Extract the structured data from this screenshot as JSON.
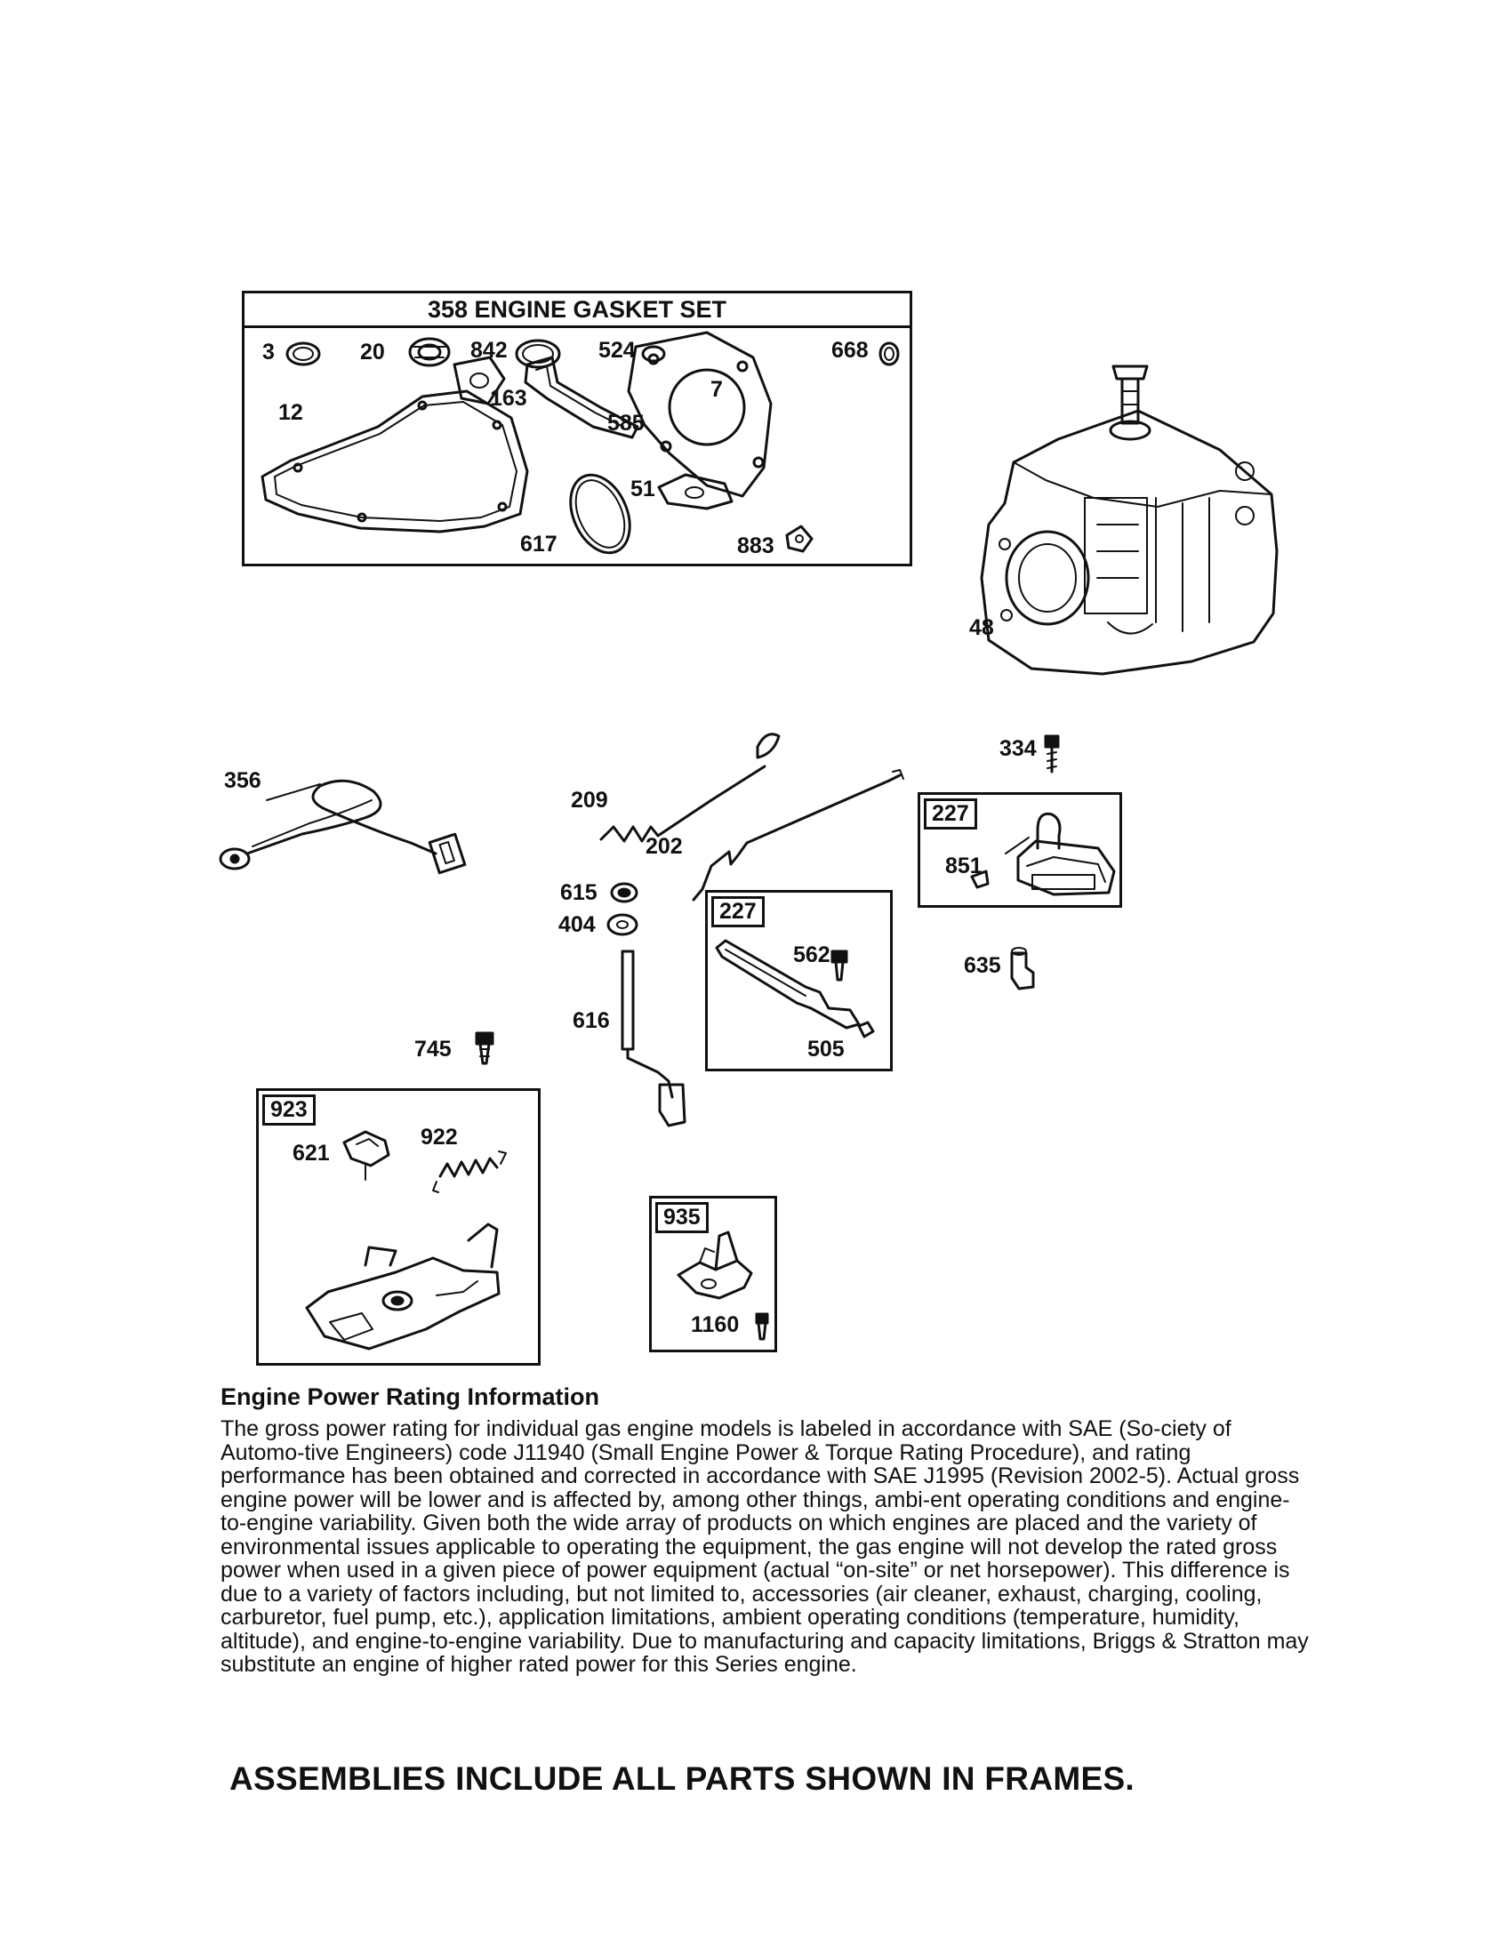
{
  "gasket_set": {
    "title": "358 ENGINE GASKET SET",
    "parts": [
      "3",
      "20",
      "842",
      "524",
      "668",
      "7",
      "12",
      "163",
      "585",
      "51",
      "617",
      "883"
    ]
  },
  "parts": {
    "p48": "48",
    "p334": "334",
    "p356": "356",
    "p209": "209",
    "p202": "202",
    "p615": "615",
    "p404": "404",
    "p616": "616",
    "p745": "745",
    "p635": "635"
  },
  "frames": {
    "f227a": {
      "tag": "227",
      "parts": [
        "851"
      ]
    },
    "f227b": {
      "tag": "227",
      "parts": [
        "562",
        "505"
      ]
    },
    "f923": {
      "tag": "923",
      "parts": [
        "621",
        "922"
      ]
    },
    "f935": {
      "tag": "935",
      "parts": [
        "1160"
      ]
    }
  },
  "power_info": {
    "title": "Engine Power Rating Information",
    "body": "The gross power rating for individual gas engine models is labeled in accordance with SAE (So-ciety of Automo-tive Engineers) code J11940 (Small Engine Power & Torque Rating Procedure), and rating performance has been obtained and corrected in accordance with SAE J1995 (Revision 2002-5). Actual gross engine power will be lower and is affected by, among other things, ambi-ent operating conditions and engine-to-engine variability. Given both the wide array of products on which engines are placed and the variety of environmental issues applicable to operating the equipment, the gas engine will not develop the rated gross power when used in a given piece of power equipment (actual “on-site” or net horsepower). This difference is due to a variety of factors including, but not limited to, accessories (air cleaner, exhaust, charging, cooling, carburetor, fuel pump, etc.), application limitations, ambient operating conditions (temperature, humidity, altitude), and engine-to-engine variability. Due to manufacturing and capacity limitations, Briggs & Stratton may substitute an engine of higher rated power for this Series engine."
  },
  "footer": "ASSEMBLIES INCLUDE ALL PARTS SHOWN IN FRAMES."
}
